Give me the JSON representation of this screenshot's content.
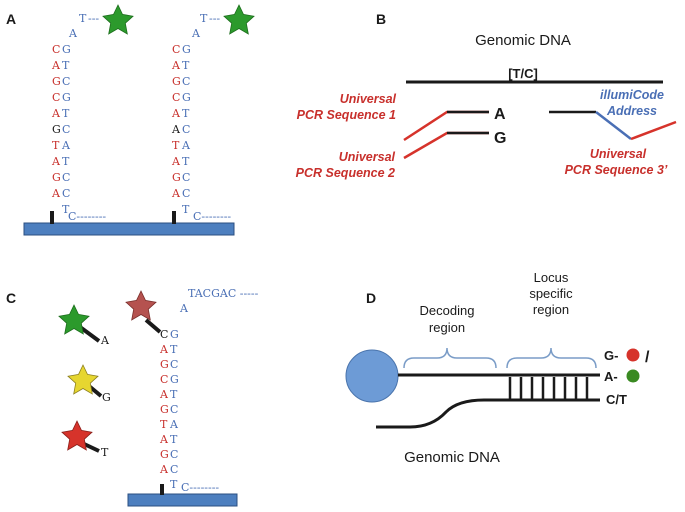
{
  "colors": {
    "red": "#c8302c",
    "blue": "#4a6fb5",
    "dark": "#1a1a1a",
    "green_star": "#2c9a2c",
    "yellow_star": "#e6d630",
    "red_star": "#d6332b",
    "brown_star": "#b5524f",
    "slab": "#4d7fbf",
    "bead": "#6d9bd6"
  },
  "panel_a": {
    "label": "A",
    "probe1": {
      "top": "T",
      "dashes": "---",
      "loop": "A",
      "left": [
        "C",
        "A",
        "G",
        "C",
        "A",
        "G",
        "T",
        "A",
        "G",
        "A"
      ],
      "right": [
        "G",
        "T",
        "C",
        "G",
        "T",
        "C",
        "A",
        "T",
        "C",
        "C",
        "T"
      ],
      "bottom": "C--------"
    },
    "probe2": {
      "top": "T",
      "dashes": "---",
      "loop": "A",
      "left": [
        "C",
        "A",
        "G",
        "C",
        "A",
        "A",
        "T",
        "A",
        "G",
        "A"
      ],
      "right": [
        "G",
        "T",
        "C",
        "G",
        "T",
        "C",
        "A",
        "T",
        "C",
        "C",
        "T"
      ],
      "bottom": "C--------"
    }
  },
  "panel_b": {
    "label": "B",
    "title": "Genomic DNA",
    "site": "[T/C]",
    "allele_a": "A",
    "allele_g": "G",
    "seq1": [
      "Universal",
      "PCR Sequence 1"
    ],
    "seq2": [
      "Universal",
      "PCR Sequence 2"
    ],
    "seq3": [
      "Universal",
      "PCR Sequence 3’"
    ],
    "illumicode": [
      "illumiCode",
      "Address"
    ]
  },
  "panel_c": {
    "label": "C",
    "top_seq": "TACGAC -----",
    "loop": "A",
    "first_left": "C",
    "left": [
      "A",
      "G",
      "C",
      "A",
      "G",
      "T",
      "A",
      "G",
      "A"
    ],
    "right": [
      "G",
      "T",
      "C",
      "G",
      "T",
      "C",
      "A",
      "T",
      "C",
      "C",
      "T"
    ],
    "bottom": "C--------",
    "stars": [
      "A",
      "G",
      "T"
    ]
  },
  "panel_d": {
    "label": "D",
    "decoding": [
      "Decoding",
      "region"
    ],
    "locus": [
      "Locus",
      "specific",
      "region"
    ],
    "g_label": "G-",
    "slash": "/",
    "a_label": "A-",
    "ct_label": "C/T",
    "genomic": "Genomic DNA"
  }
}
